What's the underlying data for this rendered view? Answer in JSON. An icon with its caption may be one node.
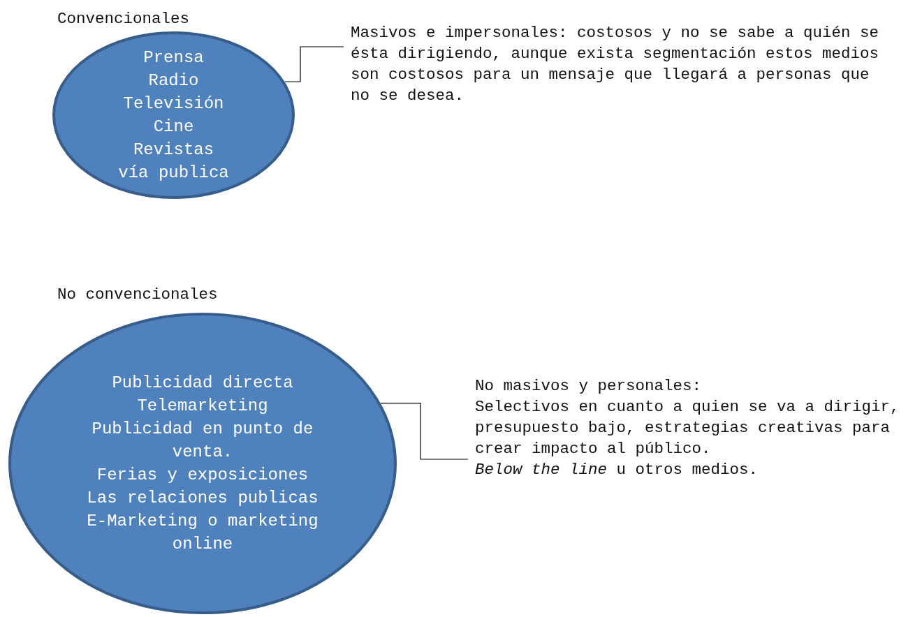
{
  "diagram": {
    "nodes": [
      {
        "text": [
          "Prensa",
          "Radio",
          "Televisión",
          "Cine",
          "Revistas",
          "vía publica"
        ]
      },
      {
        "text": [
          "Masivos e impersonales: costosos y no se sabe a quién se ésta dirigiendo, aunque exista segmentación estos medios son costosos para un mensaje que llegará a personas que no se desea."
        ]
      },
      {
        "text": [
          "Publicidad directa",
          "Telemarketing",
          "Publicidad en punto de venta.",
          "Ferias y exposiciones",
          "Las relaciones publicas",
          "E-Marketing o marketing online"
        ]
      },
      {
        "text": [
          "No masivos y personales:",
          "Selectivos en cuanto a quien se va a dirigir, presupuesto bajo, estrategias creativas para crear impacto al público.",
          "*Below the line* u otros medios."
        ]
      }
    ],
    "edges": [
      {
        "from": 1,
        "to": 0,
        "arrow": "none"
      },
      {
        "from": 3,
        "to": 2,
        "arrow": "none"
      }
    ],
    "labels": [
      "Convencionales",
      "No convencionales"
    ]
  }
}
